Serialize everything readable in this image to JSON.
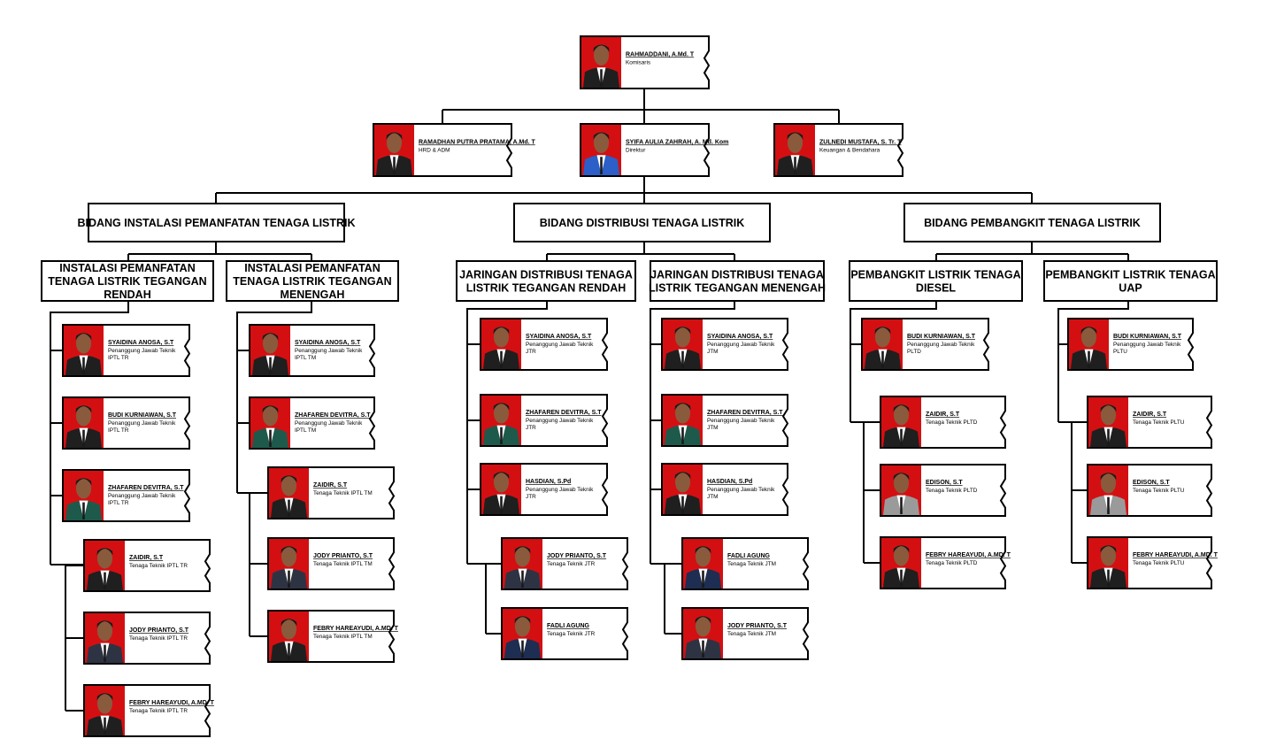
{
  "top": [
    {
      "name": "RAHMADDANI, A.Md. T",
      "role": "Komisaris",
      "suit": "#1f1f1f"
    }
  ],
  "second": [
    {
      "name": "RAMADHAN PUTRA PRATAMA, A.Md. T",
      "role": "HRD & ADM",
      "suit": "#1f1f1f"
    },
    {
      "name": "SYIFA AULIA ZAHRAH, A. Md. Kom",
      "role": "Direktur",
      "suit": "#2c5fc7"
    },
    {
      "name": "ZULNEDI MUSTAFA, S. Tr. T",
      "role": "Keuangan & Bendahara",
      "suit": "#1f1f1f"
    }
  ],
  "departments": [
    {
      "title": "BIDANG INSTALASI PEMANFATAN TENAGA LISTRIK"
    },
    {
      "title": "BIDANG DISTRIBUSI TENAGA LISTRIK"
    },
    {
      "title": "BIDANG PEMBANGKIT TENAGA LISTRIK"
    }
  ],
  "units": [
    {
      "title": [
        "INSTALASI PEMANFATAN",
        "TENAGA LISTRIK TEGANGAN",
        "RENDAH"
      ],
      "staff": [
        {
          "name": "SYAIDINA ANOSA, S.T",
          "role": [
            "Penanggung Jawab Teknik",
            "IPTL TR"
          ],
          "suit": "#1f1f1f"
        },
        {
          "name": "BUDI KURNIAWAN, S.T",
          "role": [
            "Penanggung Jawab Teknik",
            "IPTL TR"
          ],
          "suit": "#1f1f1f"
        },
        {
          "name": "ZHAFAREN DEVITRA, S.T",
          "role": [
            "Penanggung Jawab Teknik",
            "IPTL TR"
          ],
          "suit": "#1e5a4c"
        },
        {
          "name": "ZAIDIR, S.T",
          "role": [
            "Tenaga Teknik IPTL TR"
          ],
          "suit": "#1f1f1f"
        },
        {
          "name": "JODY PRIANTO, S.T",
          "role": [
            "Tenaga Teknik IPTL TR"
          ],
          "suit": "#2e3344"
        },
        {
          "name": "FEBRY HAREAYUDI, A.MD. T",
          "role": [
            "Tenaga Teknik IPTL TR"
          ],
          "suit": "#1f1f1f"
        }
      ]
    },
    {
      "title": [
        "INSTALASI PEMANFATAN",
        "TENAGA LISTRIK TEGANGAN",
        "MENENGAH"
      ],
      "staff": [
        {
          "name": "SYAIDINA ANOSA, S.T",
          "role": [
            "Penanggung Jawab Teknik",
            "IPTL TM"
          ],
          "suit": "#1f1f1f"
        },
        {
          "name": "ZHAFAREN DEVITRA, S.T",
          "role": [
            "Penanggung Jawab Teknik",
            "IPTL TM"
          ],
          "suit": "#1e5a4c"
        },
        {
          "name": "ZAIDIR, S.T",
          "role": [
            "Tenaga Teknik IPTL TM"
          ],
          "suit": "#1f1f1f"
        },
        {
          "name": "JODY PRIANTO, S.T",
          "role": [
            "Tenaga Teknik IPTL TM"
          ],
          "suit": "#2e3344"
        },
        {
          "name": "FEBRY HAREAYUDI, A.MD. T",
          "role": [
            "Tenaga Teknik IPTL TM"
          ],
          "suit": "#1f1f1f"
        }
      ]
    },
    {
      "title": [
        "JARINGAN DISTRIBUSI TENAGA",
        "LISTRIK TEGANGAN RENDAH"
      ],
      "staff": [
        {
          "name": "SYAIDINA ANOSA, S.T",
          "role": [
            "Penanggung Jawab Teknik",
            "JTR"
          ],
          "suit": "#1f1f1f"
        },
        {
          "name": "ZHAFAREN DEVITRA, S.T",
          "role": [
            "Penanggung Jawab Teknik",
            "JTR"
          ],
          "suit": "#1e5a4c"
        },
        {
          "name": "HASDIAN, S.Pd",
          "role": [
            "Penanggung Jawab Teknik",
            "JTR"
          ],
          "suit": "#1f1f1f"
        },
        {
          "name": "JODY PRIANTO, S.T",
          "role": [
            "Tenaga Teknik JTR"
          ],
          "suit": "#2e3344"
        },
        {
          "name": "FADLI AGUNG",
          "role": [
            "Tenaga Teknik JTR"
          ],
          "suit": "#1e2d52"
        }
      ]
    },
    {
      "title": [
        "JARINGAN DISTRIBUSI TENAGA",
        "LISTRIK TEGANGAN MENENGAH"
      ],
      "staff": [
        {
          "name": "SYAIDINA ANOSA, S.T",
          "role": [
            "Penanggung Jawab Teknik",
            "JTM"
          ],
          "suit": "#1f1f1f"
        },
        {
          "name": "ZHAFAREN DEVITRA, S.T",
          "role": [
            "Penanggung Jawab Teknik",
            "JTM"
          ],
          "suit": "#1e5a4c"
        },
        {
          "name": "HASDIAN, S.Pd",
          "role": [
            "Penanggung Jawab Teknik",
            "JTM"
          ],
          "suit": "#1f1f1f"
        },
        {
          "name": "FADLI AGUNG",
          "role": [
            "Tenaga Teknik JTM"
          ],
          "suit": "#1e2d52"
        },
        {
          "name": "JODY PRIANTO, S.T",
          "role": [
            "Tenaga Teknik JTM"
          ],
          "suit": "#2e3344"
        }
      ]
    },
    {
      "title": [
        "PEMBANGKIT LISTRIK TENAGA",
        "DIESEL"
      ],
      "staff": [
        {
          "name": "BUDI KURNIAWAN, S.T",
          "role": [
            "Penanggung Jawab Teknik",
            "PLTD"
          ],
          "suit": "#1f1f1f"
        },
        {
          "name": "ZAIDIR, S.T",
          "role": [
            "Tenaga Teknik PLTD"
          ],
          "suit": "#1f1f1f"
        },
        {
          "name": "EDISON, S.T",
          "role": [
            "Tenaga Teknik PLTD"
          ],
          "suit": "#9a9a9a"
        },
        {
          "name": "FEBRY HAREAYUDI, A.MD. T",
          "role": [
            "Tenaga Teknik PLTD"
          ],
          "suit": "#1f1f1f"
        }
      ]
    },
    {
      "title": [
        "PEMBANGKIT LISTRIK TENAGA",
        "UAP"
      ],
      "staff": [
        {
          "name": "BUDI KURNIAWAN, S.T",
          "role": [
            "Penanggung Jawab Teknik",
            "PLTU"
          ],
          "suit": "#1f1f1f"
        },
        {
          "name": "ZAIDIR, S.T",
          "role": [
            "Tenaga Teknik PLTU"
          ],
          "suit": "#1f1f1f"
        },
        {
          "name": "EDISON, S.T",
          "role": [
            "Tenaga Teknik PLTU"
          ],
          "suit": "#9a9a9a"
        },
        {
          "name": "FEBRY HAREAYUDI, A.MD. T",
          "role": [
            "Tenaga Teknik PLTU"
          ],
          "suit": "#1f1f1f"
        }
      ]
    }
  ]
}
